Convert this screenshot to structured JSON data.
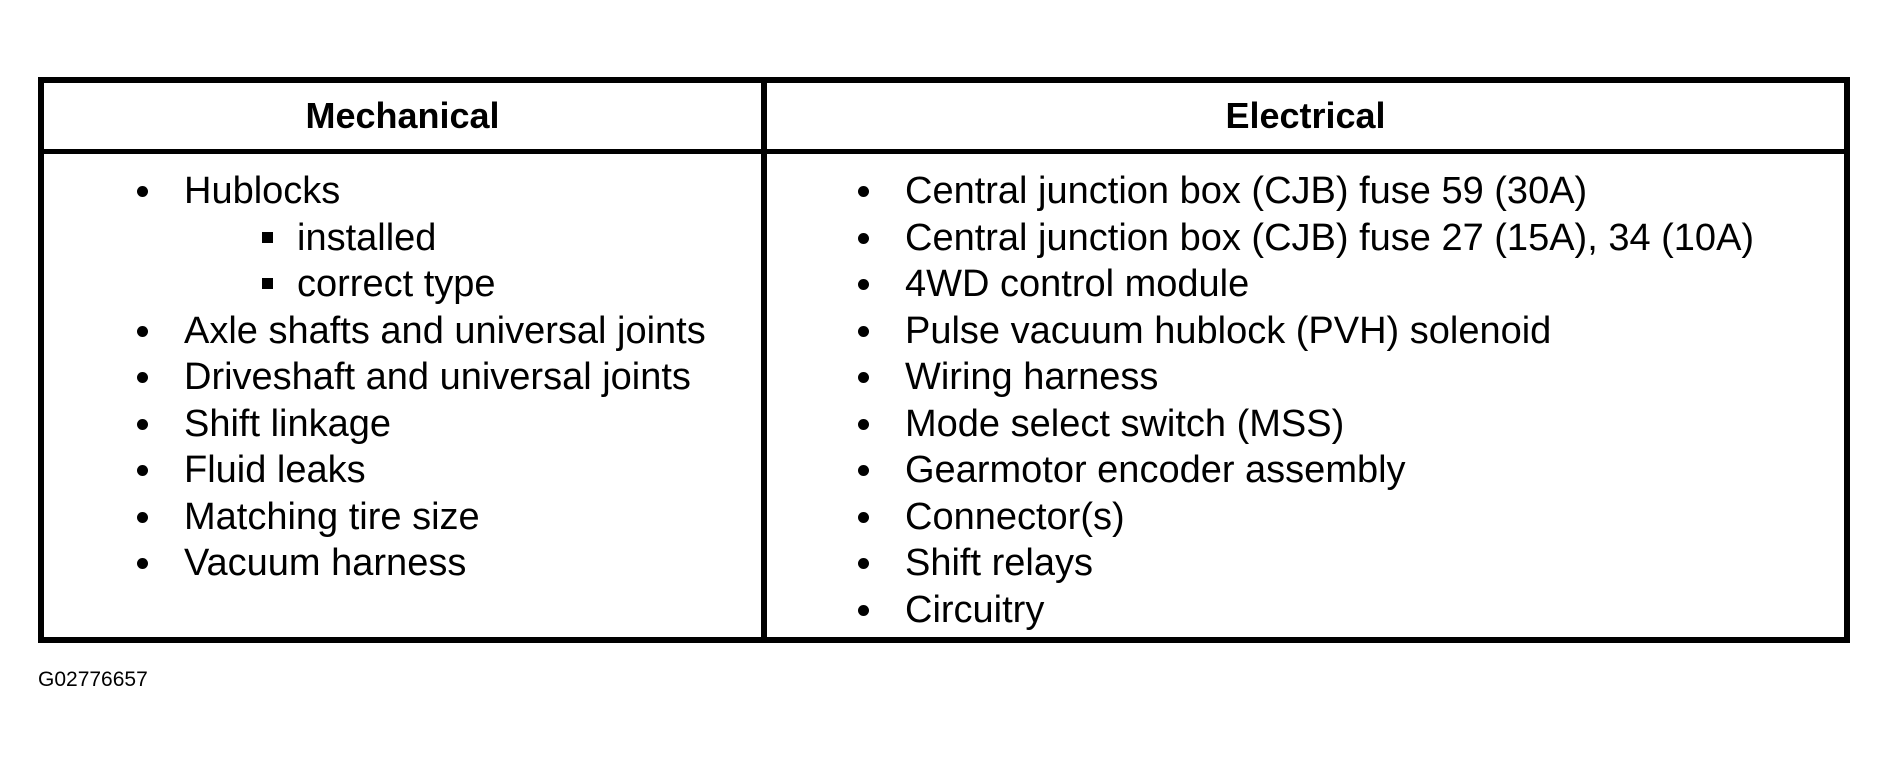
{
  "table": {
    "headers": {
      "mechanical": "Mechanical",
      "electrical": "Electrical"
    },
    "mechanical": [
      {
        "label": "Hublocks",
        "sub": [
          "installed",
          "correct type"
        ]
      },
      {
        "label": "Axle shafts and universal joints"
      },
      {
        "label": "Driveshaft and universal joints"
      },
      {
        "label": "Shift linkage"
      },
      {
        "label": "Fluid leaks"
      },
      {
        "label": "Matching tire size"
      },
      {
        "label": "Vacuum harness"
      }
    ],
    "electrical": [
      "Central junction box (CJB) fuse 59 (30A)",
      "Central junction box (CJB) fuse 27 (15A), 34 (10A)",
      "4WD control module",
      "Pulse vacuum hublock (PVH) solenoid",
      "Wiring harness",
      "Mode select switch (MSS)",
      "Gearmotor encoder assembly",
      "Connector(s)",
      "Shift relays",
      "Circuitry"
    ]
  },
  "figure_id": "G02776657"
}
